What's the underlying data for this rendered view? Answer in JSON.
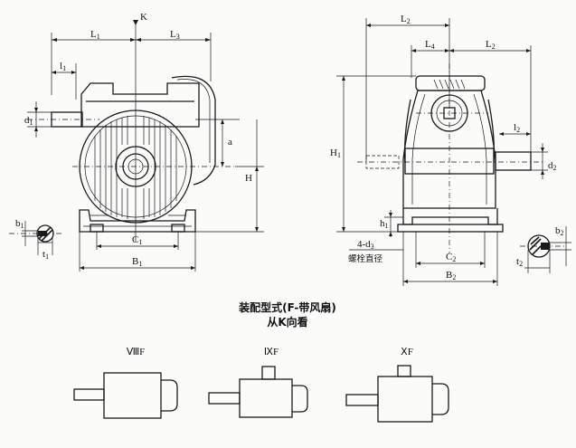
{
  "labels": {
    "K": "K",
    "L1": "L",
    "L1s": "1",
    "L3": "L",
    "L3s": "3",
    "l1": "l",
    "l1s": "1",
    "d1": "d",
    "d1s": "1",
    "a": "a",
    "H": "H",
    "b1": "b",
    "b1s": "1",
    "t1": "t",
    "t1s": "1",
    "C1": "C",
    "C1s": "1",
    "B1": "B",
    "B1s": "1",
    "L2top": "L",
    "L2tops": "2",
    "L4": "L",
    "L4s": "4",
    "L2": "L",
    "L2s": "2",
    "H1": "H",
    "H1s": "1",
    "l2": "l",
    "l2s": "2",
    "d2": "d",
    "d2s": "2",
    "h1": "h",
    "h1s": "1",
    "d3": "4-d",
    "d3s": "3",
    "bolt": "螺栓直径",
    "C2": "C",
    "C2s": "2",
    "B2": "B",
    "B2s": "2",
    "b2": "b",
    "b2s": "2",
    "t2": "t",
    "t2s": "2"
  },
  "caption": {
    "line1": "装配型式(F-带风扇)",
    "line2": "从K向看"
  },
  "assemblies": [
    {
      "label": "ⅧF"
    },
    {
      "label": "ⅨF"
    },
    {
      "label": "ⅩF"
    }
  ]
}
